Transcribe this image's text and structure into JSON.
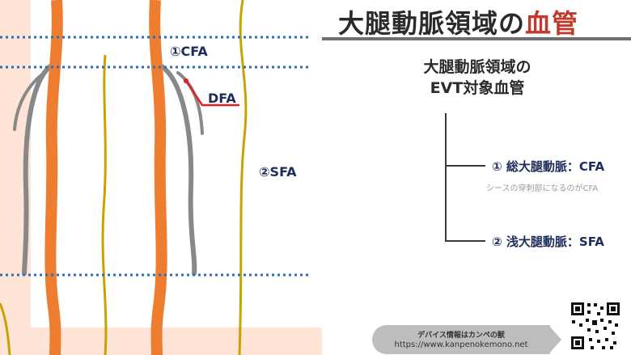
{
  "title": {
    "main": "大腿動脈領域の",
    "accent": "血管"
  },
  "subtitle": {
    "line1": "大腿動脈領域の",
    "line2": "EVT対象血管"
  },
  "diagram_labels": {
    "cfa": "①CFA",
    "dfa": "DFA",
    "sfa": "②SFA"
  },
  "branches": [
    {
      "label": "① 総大腿動脈：CFA",
      "note": "シースの穿刺部になるのがCFA"
    },
    {
      "label": "② 浅大腿動脈：SFA"
    }
  ],
  "credit": {
    "title": "デバイス情報はカンペの獣",
    "url": "https://www.kanpenokemono.net"
  },
  "colors": {
    "artery": "#ef7d2f",
    "deep_artery": "#888888",
    "nerve": "#c9a200",
    "skin": "#fde4d6",
    "dotted_line": "#2a6db8",
    "dfa_pointer": "#e02020"
  },
  "icons": [
    "qr-code-icon",
    "arrow-right-icon"
  ]
}
